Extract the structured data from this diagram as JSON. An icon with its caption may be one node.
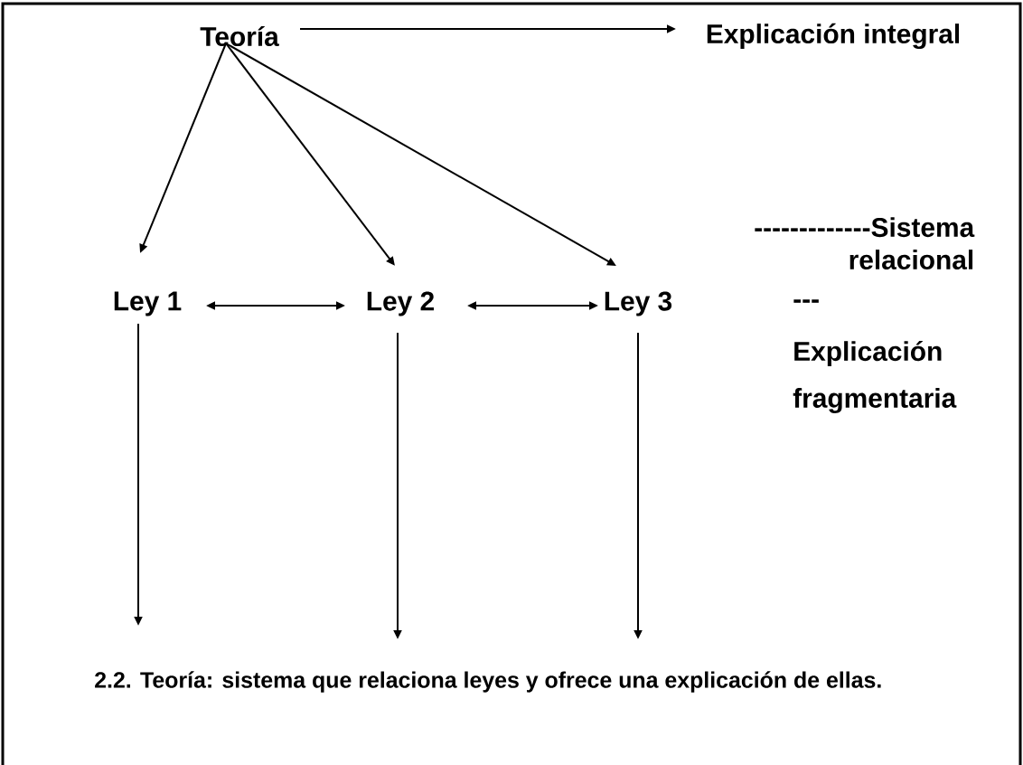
{
  "diagram": {
    "caption": "2.2. Teoría: sistema que relaciona leyes y ofrece una explicación de ellas.",
    "nodes": [
      {
        "text": [
          "Teoría"
        ]
      },
      {
        "text": [
          "Explicación integral"
        ]
      },
      {
        "text": [
          "Ley 1"
        ]
      },
      {
        "text": [
          "Ley 2"
        ]
      },
      {
        "text": [
          "Ley 3"
        ]
      }
    ],
    "edges": [
      {
        "from": 0,
        "to": 1,
        "arrow": "to"
      },
      {
        "from": 0,
        "to": 2,
        "arrow": "to"
      },
      {
        "from": 0,
        "to": 3,
        "arrow": "to"
      },
      {
        "from": 0,
        "to": 4,
        "arrow": "to"
      },
      {
        "from": 2,
        "to": 3,
        "arrow": "both"
      },
      {
        "from": 3,
        "to": 4,
        "arrow": "both"
      },
      {
        "from": 2,
        "to": null,
        "arrow": "to"
      },
      {
        "from": 3,
        "to": null,
        "arrow": "to"
      },
      {
        "from": 4,
        "to": null,
        "arrow": "to"
      }
    ],
    "labels": [
      "-------------Sistema relacional",
      "---",
      "Explicación",
      "fragmentaria"
    ]
  }
}
